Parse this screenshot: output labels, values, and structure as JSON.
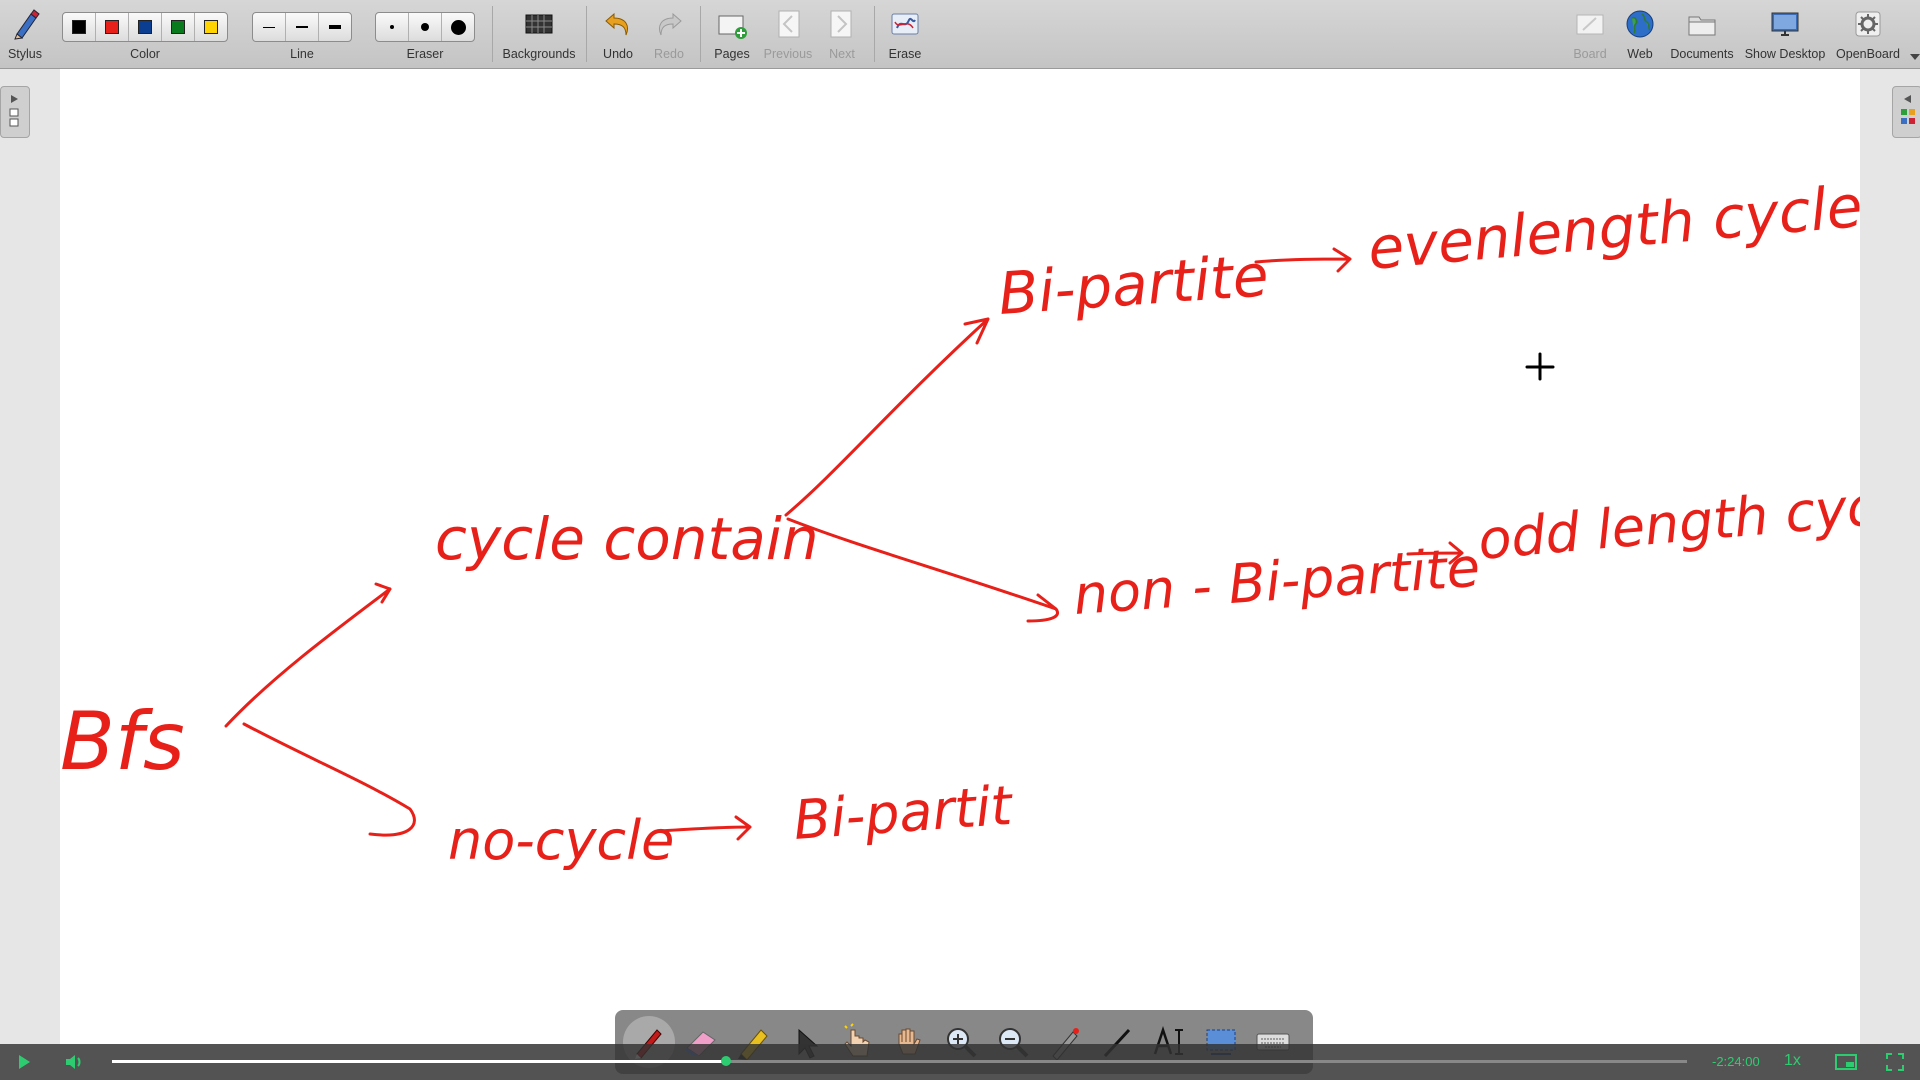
{
  "toolbar": {
    "stylus": "Stylus",
    "color": "Color",
    "line": "Line",
    "eraser": "Eraser",
    "backgrounds": "Backgrounds",
    "undo": "Undo",
    "redo": "Redo",
    "pages": "Pages",
    "previous": "Previous",
    "next": "Next",
    "erase": "Erase",
    "board": "Board",
    "web": "Web",
    "documents": "Documents",
    "show_desktop": "Show Desktop",
    "openboard": "OpenBoard",
    "colors": [
      "#000000",
      "#e8201a",
      "#0b3d91",
      "#0a7a1e",
      "#ffd400"
    ],
    "icons": {
      "stylus": "pen-icon",
      "backgrounds": "grid-background-icon",
      "undo": "undo-arrow-icon",
      "redo": "redo-arrow-icon",
      "pages": "add-page-icon",
      "previous": "previous-page-icon",
      "next": "next-page-icon",
      "erase": "erase-board-icon",
      "board": "board-icon",
      "web": "globe-icon",
      "documents": "folder-icon",
      "show_desktop": "monitor-icon",
      "openboard": "gear-icon"
    }
  },
  "canvas": {
    "ink_color": "#e8201a",
    "text": {
      "bfs": "Bfs",
      "cycle_contain": "cycle contain",
      "bipartite_top": "Bi-partite",
      "even_length": "evenlength cycle",
      "non_bipartite": "non - Bi-partite",
      "odd_length": "odd length cycle",
      "no_cycle": "no-cycle",
      "bipartite_bottom": "Bi-partit"
    }
  },
  "palette": {
    "tools": [
      "pen-icon",
      "eraser-icon",
      "marker-icon",
      "pointer-icon",
      "interact-hand-icon",
      "pan-hand-icon",
      "zoom-in-icon",
      "zoom-out-icon",
      "laser-pointer-icon",
      "line-icon",
      "text-icon",
      "capture-icon",
      "keyboard-icon"
    ]
  },
  "player": {
    "time": "-2:24:00",
    "speed": "1x",
    "progress": 0.39,
    "accent": "#2ecc71"
  }
}
